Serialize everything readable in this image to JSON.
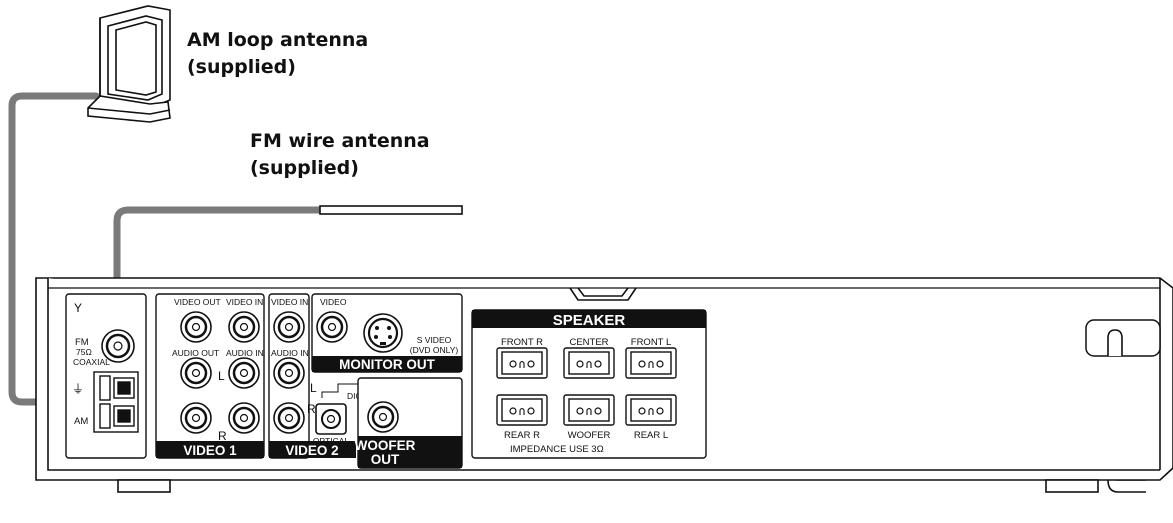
{
  "callouts": {
    "am_antenna_line1": "AM loop antenna",
    "am_antenna_line2": "(supplied)",
    "fm_antenna_line1": "FM wire antenna",
    "fm_antenna_line2": "(supplied)"
  },
  "antenna_section": {
    "antenna_symbol": "Y",
    "fm_label": "FM",
    "impedance_label": "75Ω",
    "coaxial_label": "COAXIAL",
    "ground_symbol": "⏚",
    "am_label": "AM"
  },
  "video1": {
    "video_out": "VIDEO OUT",
    "video_in": "VIDEO IN",
    "audio_out": "AUDIO OUT",
    "audio_in": "AUDIO IN",
    "left": "L",
    "right": "R",
    "banner": "VIDEO 1"
  },
  "video2": {
    "video_in": "VIDEO IN",
    "audio_in": "AUDIO IN",
    "left": "L",
    "right": "R",
    "banner": "VIDEO 2"
  },
  "monitor_out": {
    "video": "VIDEO",
    "s_video_line1": "S VIDEO",
    "s_video_line2": "(DVD ONLY)",
    "banner": "MONITOR OUT"
  },
  "digital_in": {
    "label": "DIGITAL IN",
    "optical": "OPTICAL"
  },
  "woofer_out": {
    "line1": "WOOFER",
    "line2": "OUT"
  },
  "speaker": {
    "banner": "SPEAKER",
    "front_r": "FRONT R",
    "center": "CENTER",
    "front_l": "FRONT L",
    "rear_r": "REAR R",
    "woofer": "WOOFER",
    "rear_l": "REAR L",
    "impedance": "IMPEDANCE USE  3Ω"
  },
  "colors": {
    "cable": "#7a7a7a",
    "outline": "#111111",
    "banner_fill": "#111111",
    "background": "#ffffff"
  }
}
